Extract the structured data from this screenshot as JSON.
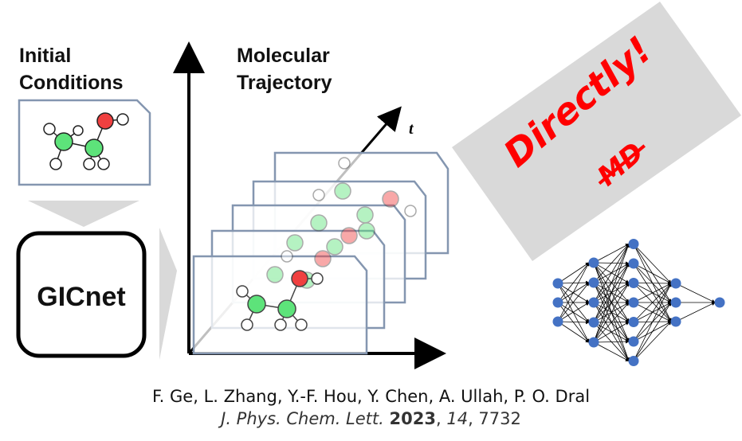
{
  "labels": {
    "initial_line1": "Initial",
    "initial_line2": "Conditions",
    "trajectory_line1": "Molecular",
    "trajectory_line2": "Trajectory",
    "time_axis": "t",
    "model": "GICnet",
    "directly": "Directly!",
    "md_struck": "MD"
  },
  "citation": {
    "authors": "F. Ge, L. Zhang, Y.-F. Hou, Y. Chen, A. Ullah, P. O. Dral",
    "journal": "J. Phys. Chem. Lett.",
    "year": "2023",
    "volume": "14",
    "page": "7732"
  },
  "colors": {
    "frame": "#8496b0",
    "carbon": "#5de37a",
    "oxygen": "#f04040",
    "stamp_bg": "#d9d9d9",
    "stamp_text": "#ff0000",
    "nn_node": "#4472c4"
  },
  "neural_net_layers": [
    3,
    5,
    7,
    3,
    1
  ]
}
